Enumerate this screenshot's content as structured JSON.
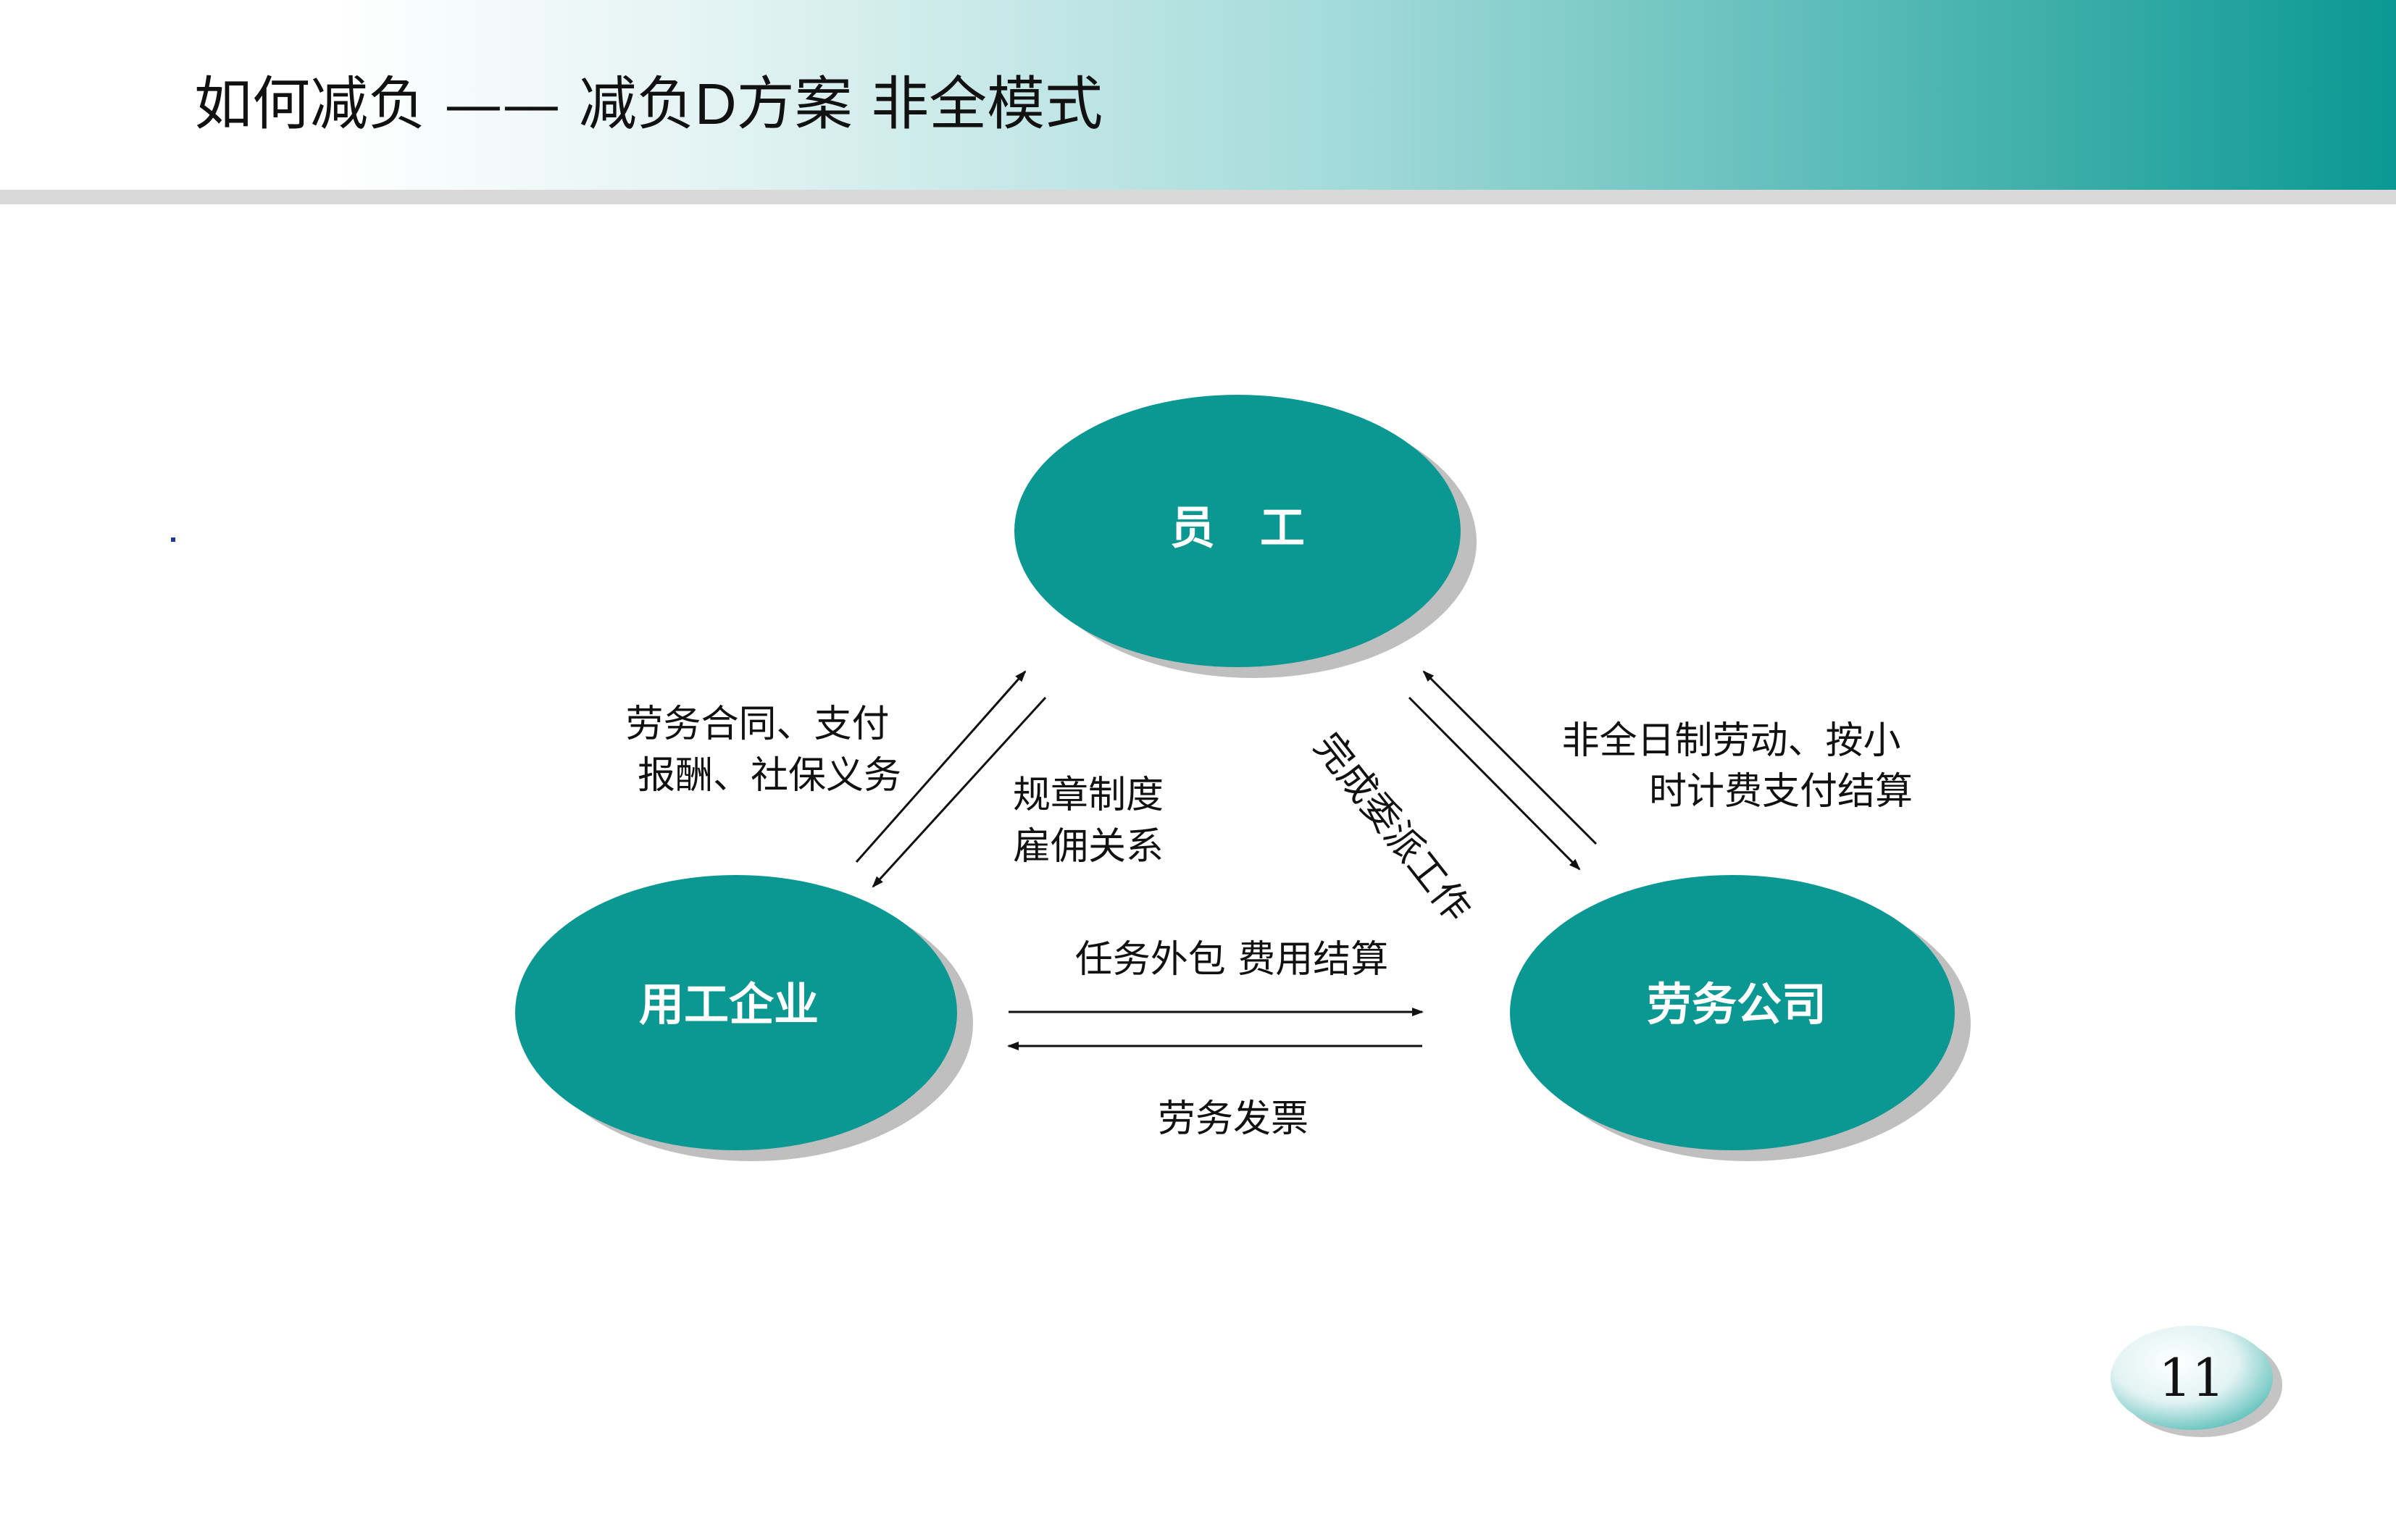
{
  "slide": {
    "title_part1": "如何减负 —— 减负",
    "title_latin": "D",
    "title_part2": "方案  非全模式",
    "page_number": "11"
  },
  "diagram": {
    "nodes": {
      "employee": "员　工",
      "enterprise": "用工企业",
      "labor_company": "劳务公司"
    },
    "edges": {
      "enterprise_employee_left": [
        "劳务合同、支付",
        "报酬、社保义务"
      ],
      "enterprise_employee_right": [
        "规章制度",
        "雇佣关系"
      ],
      "employee_labor_diagonal": "完成委派工作",
      "employee_labor_right": [
        "非全日制劳动、按小",
        "时计费支付结算"
      ],
      "enterprise_labor_top": "任务外包  费用结算",
      "enterprise_labor_bottom": "劳务发票"
    }
  },
  "colors": {
    "node_fill": "#0b9893",
    "node_shadow": "#bfbfbf",
    "header_end": "#0b9893",
    "text": "#111111"
  }
}
